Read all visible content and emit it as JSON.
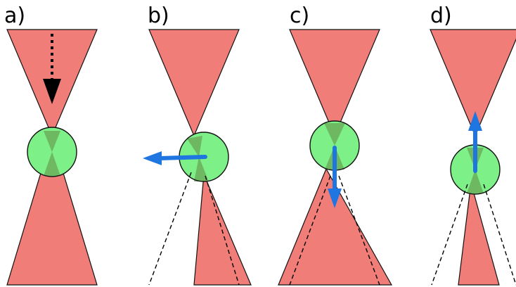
{
  "colors": {
    "beam_fill": "#f07d78",
    "beam_stroke": "#111111",
    "particle_fill": "#7df088",
    "particle_overlap_fill": "#6cae5c",
    "particle_stroke": "#111111",
    "force_arrow": "#1f76e0",
    "incident_arrow": "#000000",
    "dashed_outline": "#000000"
  },
  "panels": [
    {
      "label": "a)",
      "description_icons": [
        "dotted-down-arrow-icon"
      ]
    },
    {
      "label": "b)",
      "description_icons": [
        "left-arrow-icon"
      ]
    },
    {
      "label": "c)",
      "description_icons": [
        "down-arrow-icon"
      ]
    },
    {
      "label": "d)",
      "description_icons": [
        "up-arrow-icon"
      ]
    }
  ]
}
